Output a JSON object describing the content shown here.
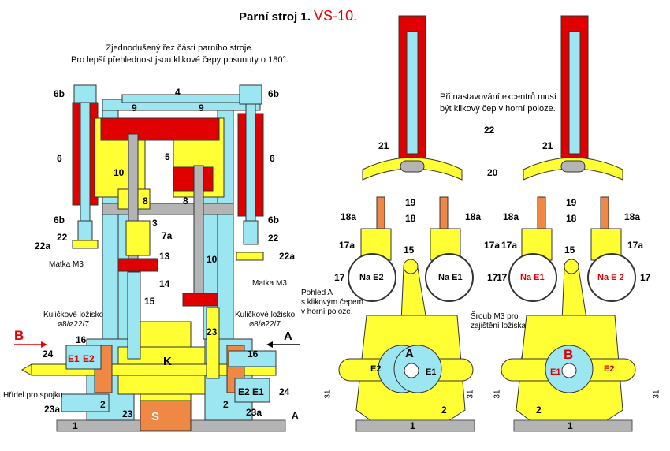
{
  "title": {
    "prefix": "Parní stroj 1.",
    "model": "VS-10."
  },
  "notes": {
    "section_line1": "Zjednodušený řez částí parního stroje.",
    "section_line2": "Pro lepší přehlednost jsou klikové čepy posunuty o 180°.",
    "eccentric_line1": "Při nastavování excentrů musí",
    "eccentric_line2": "být klikový čep v horní poloze.",
    "view_a_line1": "Pohled A",
    "view_a_line2": "s klikovým  čepem",
    "view_a_line3": "v horní  poloze.",
    "screw_line1": "Šroub M3 pro",
    "screw_line2": "zajištění ložiska",
    "nut_left": "Matka M3",
    "nut_right": "Matka M3",
    "bearing_left_1": "Kuličkové ložisko",
    "bearing_left_2": "⌀8/⌀22/7",
    "bearing_right_1": "Kuličkové ložisko",
    "bearing_right_2": "⌀8/⌀22/7",
    "shaft": "Hřídel pro spojku."
  },
  "parts": {
    "p1": "1",
    "p2": "2",
    "p3": "3",
    "p4": "4",
    "p5": "5",
    "p6": "6",
    "p6b": "6b",
    "p7a": "7a",
    "p8": "8",
    "p9": "9",
    "p10": "10",
    "p13": "13",
    "p14": "14",
    "p15": "15",
    "p16": "16",
    "p17": "17",
    "p17a": "17a",
    "p18": "18",
    "p18a": "18a",
    "p19": "19",
    "p20": "20",
    "p21": "21",
    "p22": "22",
    "p22a": "22a",
    "p23": "23",
    "p23a": "23a",
    "p24": "24",
    "K": "K",
    "S": "S",
    "A": "A",
    "B": "B",
    "E1": "E1",
    "E2": "E2",
    "naE1": "Na E1",
    "naE2": "Na E2",
    "naE2b": "Na E 2",
    "dim31": "31"
  },
  "colors": {
    "cyan": "#9be6f0",
    "yellow": "#ffff33",
    "red": "#e00000",
    "orange": "#ee8844",
    "grey": "#b4b4b4",
    "blue": "#3a6ea5"
  }
}
